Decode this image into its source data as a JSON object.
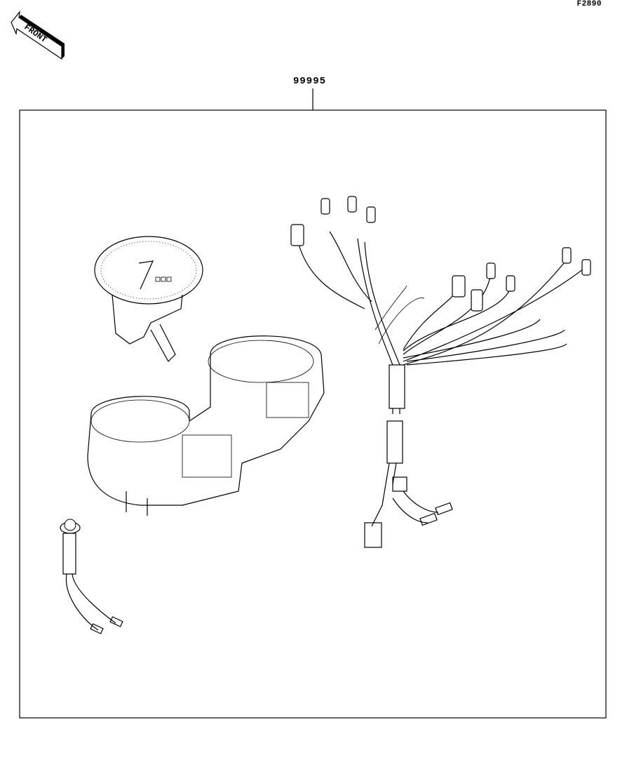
{
  "figure_code": "F2890",
  "direction_label": "FRONT",
  "part_number": "99995"
}
